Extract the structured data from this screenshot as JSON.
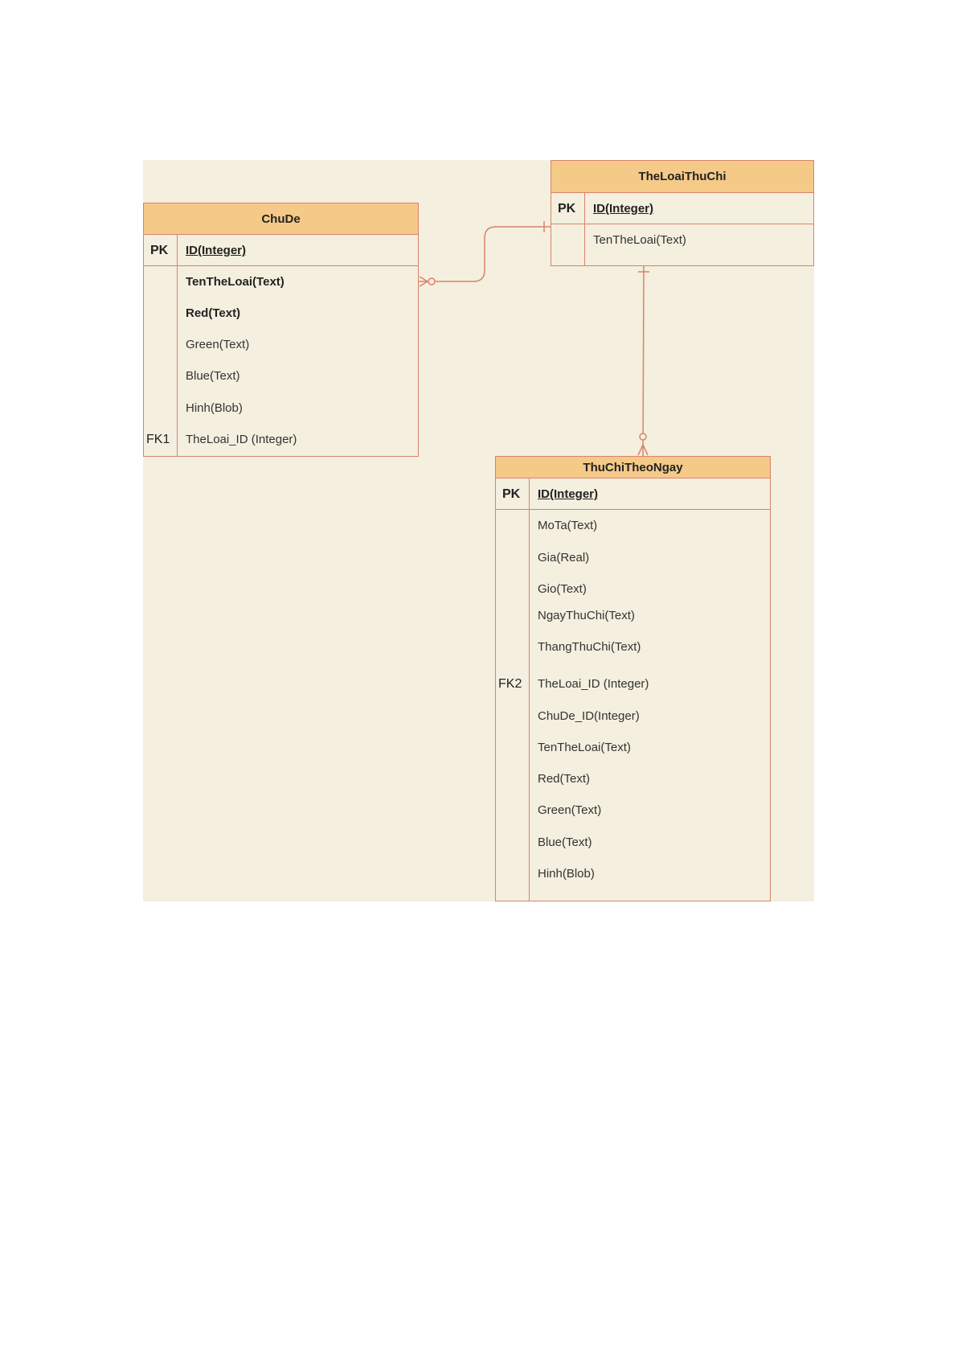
{
  "diagram": {
    "chude": {
      "title": "ChuDe",
      "pk_label": "PK",
      "pk_field": "ID(Integer)",
      "fields": [
        {
          "label": "TenTheLoai(Text)",
          "bold": true,
          "key": ""
        },
        {
          "label": "Red(Text)",
          "bold": true,
          "key": ""
        },
        {
          "label": "Green(Text)",
          "bold": false,
          "key": ""
        },
        {
          "label": "Blue(Text)",
          "bold": false,
          "key": ""
        },
        {
          "label": "Hinh(Blob)",
          "bold": false,
          "key": ""
        },
        {
          "label": "TheLoai_ID (Integer)",
          "bold": false,
          "key": "FK1"
        }
      ]
    },
    "theloaithuchi": {
      "title": "TheLoaiThuChi",
      "pk_label": "PK",
      "pk_field": "ID(Integer)",
      "fields": [
        {
          "label": "TenTheLoai(Text)",
          "bold": false,
          "key": ""
        }
      ]
    },
    "thuchitheongay": {
      "title": "ThuChiTheoNgay",
      "pk_label": "PK",
      "pk_field": "ID(Integer)",
      "fields": [
        {
          "label": "MoTa(Text)",
          "bold": false,
          "key": ""
        },
        {
          "label": "Gia(Real)",
          "bold": false,
          "key": ""
        },
        {
          "label": "Gio(Text)",
          "bold": false,
          "key": ""
        },
        {
          "label": "NgayThuChi(Text)",
          "bold": false,
          "key": ""
        },
        {
          "label": "ThangThuChi(Text)",
          "bold": false,
          "key": ""
        },
        {
          "label": "TheLoai_ID (Integer)",
          "bold": false,
          "key": "FK2"
        },
        {
          "label": "ChuDe_ID(Integer)",
          "bold": false,
          "key": ""
        },
        {
          "label": "TenTheLoai(Text)",
          "bold": false,
          "key": ""
        },
        {
          "label": "Red(Text)",
          "bold": false,
          "key": ""
        },
        {
          "label": "Green(Text)",
          "bold": false,
          "key": ""
        },
        {
          "label": "Blue(Text)",
          "bold": false,
          "key": ""
        },
        {
          "label": "Hinh(Blob)",
          "bold": false,
          "key": ""
        }
      ]
    },
    "colors": {
      "background": "#f4efde",
      "header": "#f5c987",
      "border": "#d9836b"
    }
  }
}
